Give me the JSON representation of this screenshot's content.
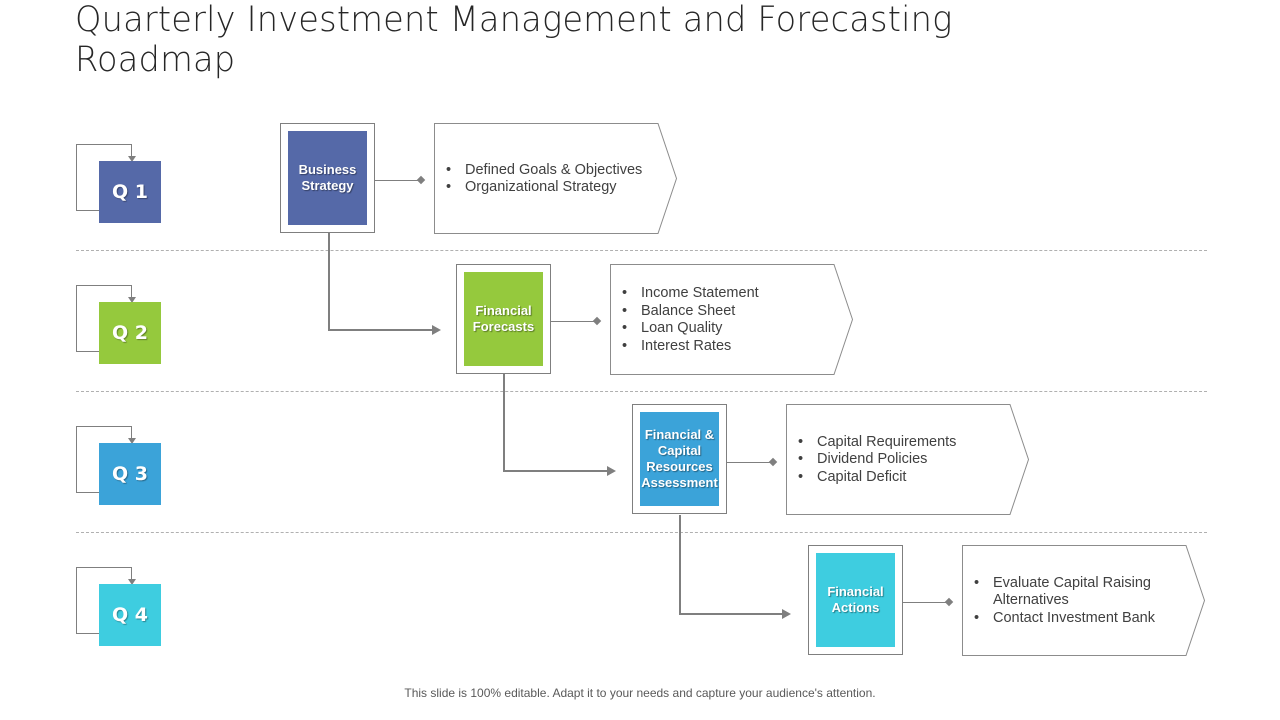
{
  "title": "Quarterly Investment Management and Forecasting Roadmap",
  "colors": {
    "q1": "#5569a8",
    "q2": "#95c93d",
    "q3": "#3ba3d9",
    "q4": "#3ecde0",
    "line": "#7f7f7f",
    "divider": "#b0b0b0"
  },
  "quarters": [
    {
      "label": "Q 1",
      "step": "Business Strategy",
      "bullets": [
        "Defined Goals & Objectives",
        "Organizational Strategy"
      ]
    },
    {
      "label": "Q 2",
      "step": "Financial Forecasts",
      "bullets": [
        "Income Statement",
        "Balance Sheet",
        "Loan Quality",
        "Interest Rates"
      ]
    },
    {
      "label": "Q 3",
      "step": "Financial & Capital Resources Assessment",
      "bullets": [
        "Capital Requirements",
        "Dividend Policies",
        "Capital Deficit"
      ]
    },
    {
      "label": "Q 4",
      "step": "Financial Actions",
      "bullets": [
        "Evaluate Capital Raising Alternatives",
        "Contact Investment Bank"
      ]
    }
  ],
  "footer": "This slide is 100% editable. Adapt it to your needs and capture your audience's attention."
}
